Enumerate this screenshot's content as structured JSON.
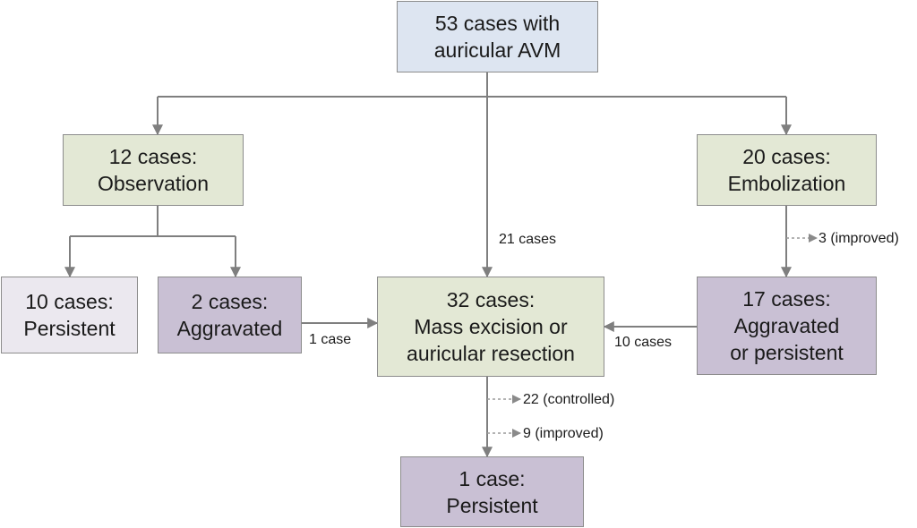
{
  "colors": {
    "start": "#dde5f1",
    "treatment": "#e3e8d5",
    "persistent_light": "#ebe8ef",
    "aggravated_dark": "#c9c0d4",
    "line": "#7f7f7f",
    "dashed": "#9a9a9a"
  },
  "nodes": {
    "root": {
      "line1": "53 cases with",
      "line2": "auricular AVM"
    },
    "observation": {
      "line1": "12 cases:",
      "line2": "Observation"
    },
    "embolization": {
      "line1": "20 cases:",
      "line2": "Embolization"
    },
    "persistent10": {
      "line1": "10 cases:",
      "line2": "Persistent"
    },
    "aggravated2": {
      "line1": "2 cases:",
      "line2": "Aggravated"
    },
    "excision": {
      "line1": "32 cases:",
      "line2": "Mass excision or",
      "line3": "auricular resection"
    },
    "aggravated17": {
      "line1": "17 cases:",
      "line2": "Aggravated",
      "line3": "or persistent"
    },
    "persistent1": {
      "line1": "1 case:",
      "line2": "Persistent"
    }
  },
  "edge_labels": {
    "direct": "21 cases",
    "from_aggravated": "1 case",
    "from_embolization": "10 cases",
    "embolization_improved": "3 (improved)",
    "excision_controlled": "22 (controlled)",
    "excision_improved": "9 (improved)"
  }
}
